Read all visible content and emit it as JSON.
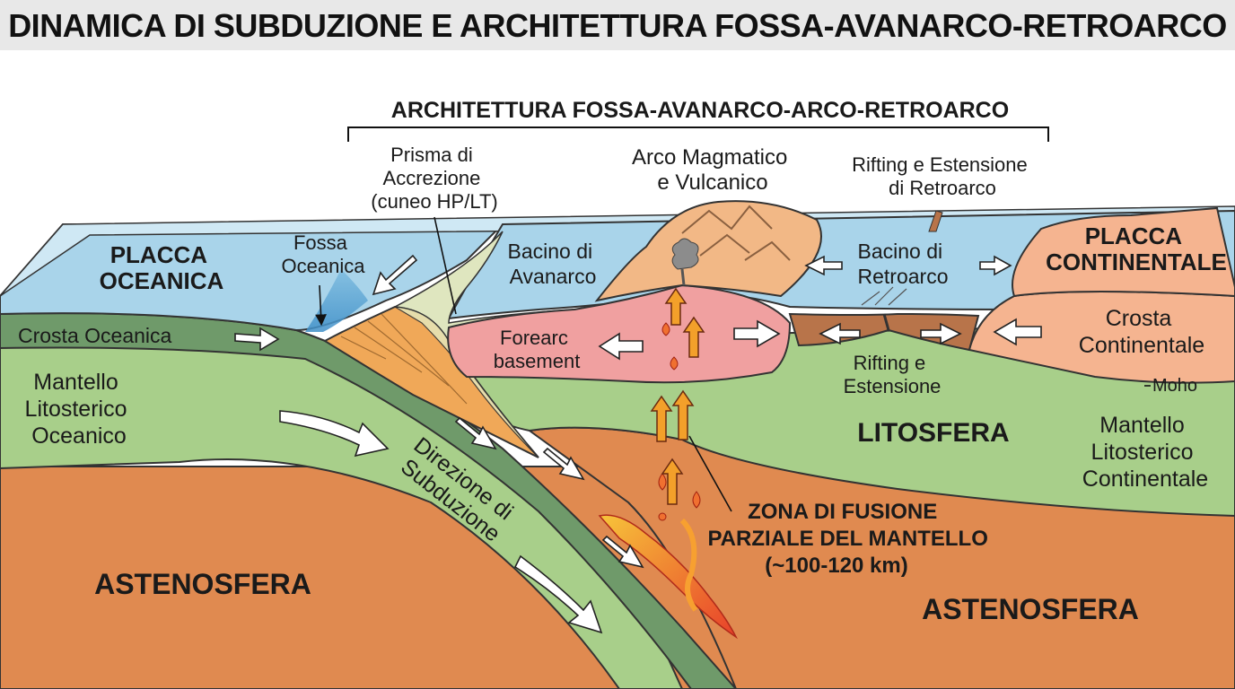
{
  "title": "DINAMICA DI SUBDUZIONE E ARCHITETTURA FOSSA-AVANARCO-RETROARCO",
  "section_header": "ARCHITETTURA FOSSA-AVANARCO-ARCO-RETROARCO",
  "labels": {
    "placca_oceanica": [
      "PLACCA",
      "OCEANICA"
    ],
    "placca_continentale": [
      "PLACCA",
      "CONTINENTALE"
    ],
    "fossa_oceanica": [
      "Fossa",
      "Oceanica"
    ],
    "prisma": [
      "Prisma di",
      "Accrezione",
      "(cuneo HP/LT)"
    ],
    "arco": [
      "Arco Magmatico",
      "e Vulcanico"
    ],
    "rifting_retroarco": [
      "Rifting e Estensione",
      "di Retroarco"
    ],
    "bacino_avanarco": [
      "Bacino di",
      "Avanarco"
    ],
    "bacino_retroarco": [
      "Bacino di",
      "Retroarco"
    ],
    "crosta_oceanica": "Crosta Oceanica",
    "forearc": [
      "Forearc",
      "basement"
    ],
    "rifting_estensione": [
      "Rifting e",
      "Estensione"
    ],
    "crosta_continentale": [
      "Crosta",
      "Continentale"
    ],
    "moho": "Moho",
    "mantello_oceanico": [
      "Mantello",
      "Litosterico",
      "Oceanico"
    ],
    "litosfera": "LITOSFERA",
    "mantello_continentale": [
      "Mantello",
      "Litosterico",
      "Continentale"
    ],
    "direzione": [
      "Direzione di",
      "Subduzione"
    ],
    "zona_fusione": [
      "ZONA DI FUSIONE",
      "PARZIALE DEL MANTELLO",
      "(~100-120 km)"
    ],
    "astenosfera_left": "ASTENOSFERA",
    "astenosfera_right": "ASTENOSFERA"
  },
  "colors": {
    "ocean": "#a9d4ea",
    "ocean_top": "#cfe8f4",
    "asthenosphere": "#e08a50",
    "lithosphere": "#a8cf8a",
    "oceanic_crust": "#6f9a6a",
    "prism": "#f0a858",
    "forearc": "#f0a0a0",
    "continental": "#f5b490",
    "backarc_crust": "#b8744a",
    "melt": "#e8402a"
  }
}
